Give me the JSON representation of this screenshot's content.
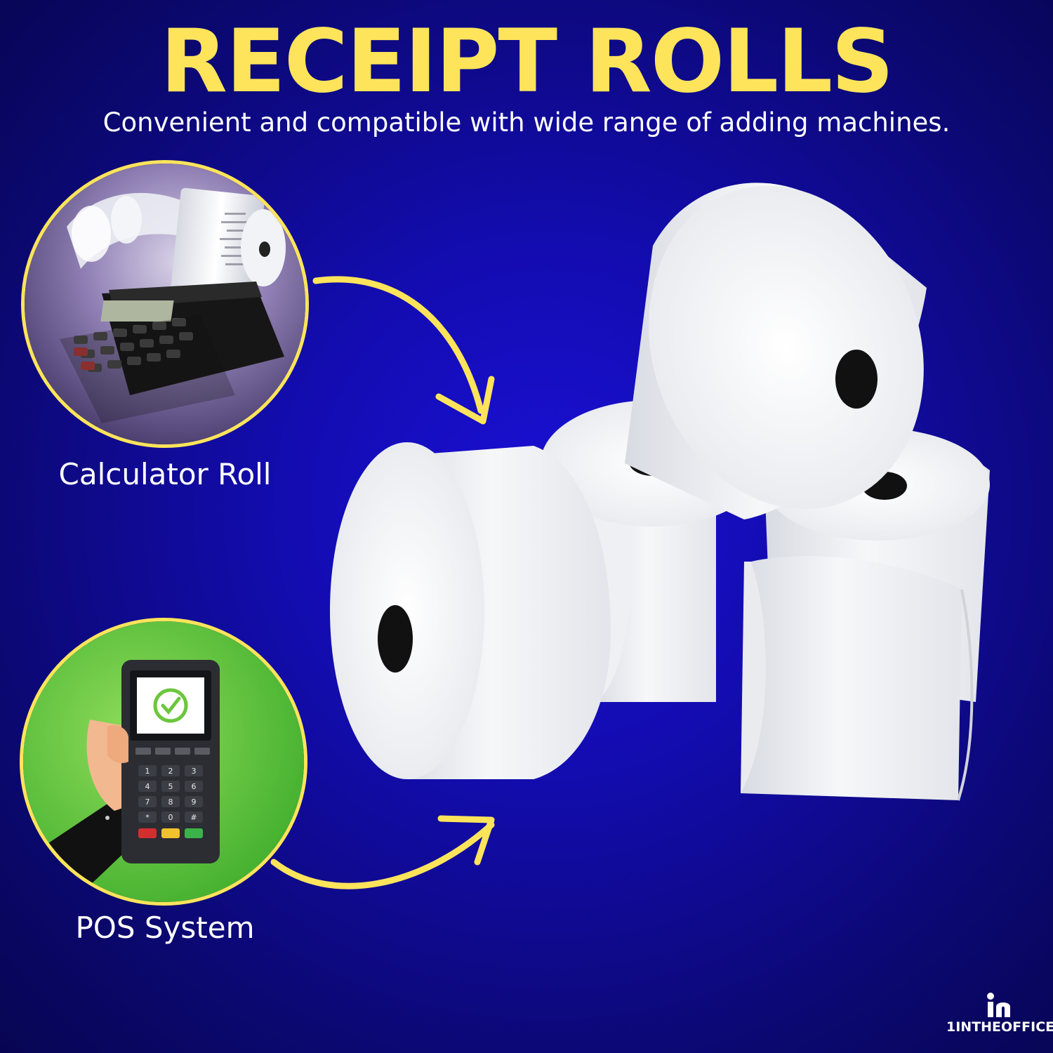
{
  "header": {
    "title": "RECEIPT ROLLS",
    "subtitle": "Convenient and compatible with wide range of adding machines."
  },
  "features": [
    {
      "label": "Calculator Roll",
      "image_icon": "calculator-printer-icon"
    },
    {
      "label": "POS System",
      "image_icon": "pos-terminal-icon"
    }
  ],
  "pos_keys": [
    "1",
    "2",
    "3",
    "4",
    "5",
    "6",
    "7",
    "8",
    "9",
    "*",
    "0",
    "#"
  ],
  "brand": {
    "name": "1INTHEOFFICE",
    "logo_icon": "in-logo-icon"
  },
  "colors": {
    "accent_yellow": "#fde45a",
    "background_blue": "#130cae",
    "paper_white": "#f4f5f7",
    "pos_circle_green": "#6cc63d"
  }
}
